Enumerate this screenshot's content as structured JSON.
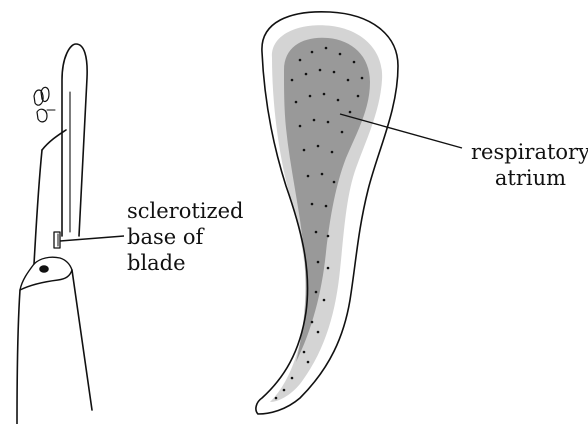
{
  "labels": {
    "sclerotized_base": {
      "line1": "sclerotized",
      "line2": "base of",
      "line3": "blade"
    },
    "respiratory_atrium": {
      "line1": "respiratory",
      "line2": "atrium"
    }
  },
  "colors": {
    "ink": "#111111",
    "background": "#ffffff"
  }
}
